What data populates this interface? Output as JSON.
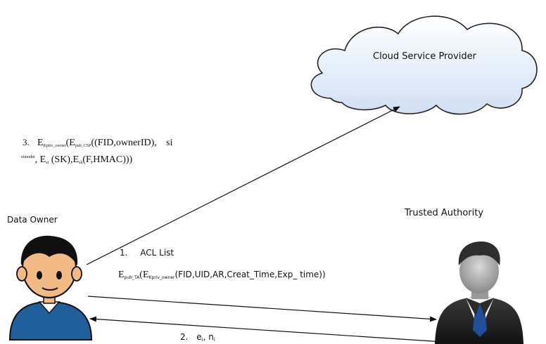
{
  "cloud": {
    "label": "Cloud Service Provider"
  },
  "actors": {
    "owner_label": "Data Owner",
    "ta_label": "Trusted Authority"
  },
  "message3": {
    "step": "3.",
    "line1_E": "E",
    "line1_sub1": "Kpriv_owner",
    "line1_mid": "(E",
    "line1_sub2": "pub_CSP",
    "line1_rest": "((FID,ownerID),",
    "line1_si": "si",
    "line2_small": "eimodni",
    "line2_a": ", E",
    "line2_sub_si": "si",
    "line2_b": " (SK),E",
    "line2_sub_sk": "sk",
    "line2_c": "(F,HMAC)))"
  },
  "message1": {
    "step": "1.",
    "title": "ACL List",
    "E": "E",
    "sub_pub": "pub_TA",
    "paren": "(E",
    "sub_priv": "Kpriv_owner",
    "rest": "(FID,UID,AR,Creat_Time,Exp_  time))"
  },
  "message2": {
    "step": "2.",
    "text": "e",
    "sub_i": "i",
    "comma": ", n",
    "sub_i2": "i"
  },
  "colors": {
    "cloud_fill_top": "#ffffff",
    "cloud_fill_bottom": "#cfe0f3",
    "cloud_stroke": "#222222",
    "arrow": "#111111"
  }
}
